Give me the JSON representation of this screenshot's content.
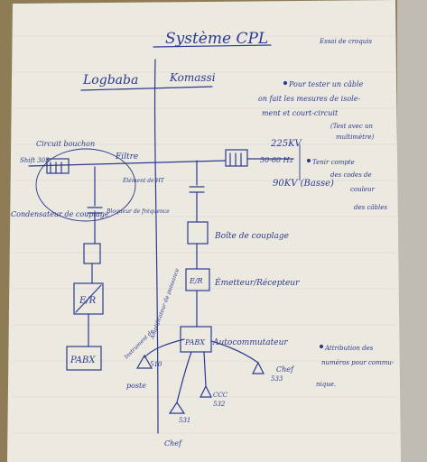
{
  "title": "Système CPL",
  "top_right_note": "Essai de croquis",
  "left_site": "Logbaba",
  "right_site": "Komassi",
  "voltage_primary": "225KV",
  "voltage_secondary": "90KV (Basse)",
  "freq_label": "50-60 Hz",
  "notes": {
    "line1": [
      "Pour tester un câble",
      "on fait les mesures de isole-",
      "ment et court-circuit"
    ],
    "line2": [
      "(Test avec un",
      "multimètre)"
    ],
    "line3": [
      "Tenir compte",
      "des codes de",
      "couleur",
      "des câbles"
    ],
    "line4": [
      "Attribution des",
      "numéros pour commu-",
      "nique."
    ]
  },
  "labels": {
    "circuit_bouchon": "Circuit bouchon",
    "shift": "Shift 303",
    "filtre": "Filtre",
    "element_ht": "Élément de HT",
    "bloqueur": "Bloqueur de fréquence",
    "condensateur": "Condensateur de couplage",
    "er_left": "E/R",
    "pabx_left": "PABX",
    "boite_couplage": "Boîte de couplage",
    "er_right": "E/R",
    "emetteur": "Émetteur/Récepteur",
    "pabx_right": "PABX",
    "autocommutateur": "Autocommutateur",
    "ampli": "Amplificateur de puissance",
    "instrument": "Instrument de",
    "poste": "poste",
    "chef_left": "Chef",
    "chef_right": "Chef",
    "ext_510": "510",
    "ext_531": "531",
    "ext_532": "532",
    "ext_533": "533",
    "ccc": "CCC"
  }
}
